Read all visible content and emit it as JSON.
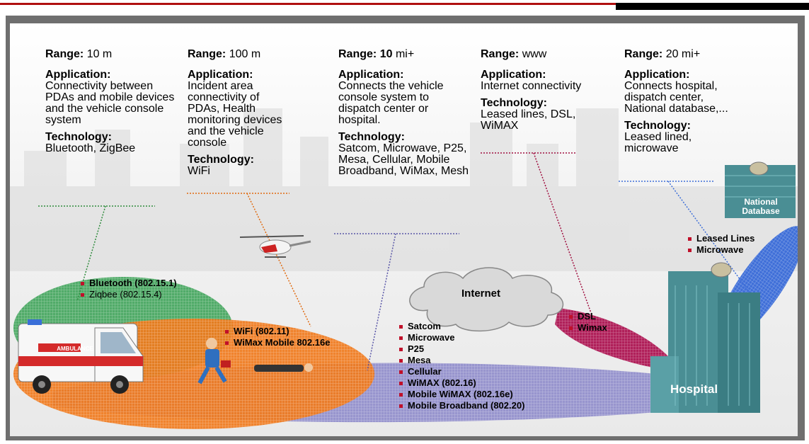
{
  "columns": [
    {
      "range_label": "Range:",
      "range_value": "10 m",
      "app_label": "Application:",
      "app_text": "Connectivity between PDAs and mobile devices and the vehicle console system",
      "tech_label": "Technology:",
      "tech_text": "Bluetooth, ZigBee"
    },
    {
      "range_label": "Range:",
      "range_value": "100 m",
      "app_label": "Application:",
      "app_text": "Incident area connectivity of PDAs, Health monitoring devices and the vehicle console",
      "tech_label": "Technology:",
      "tech_text": "WiFi"
    },
    {
      "range_label": "Range:",
      "range_value_bold": "10",
      "range_value": "mi+",
      "app_label": "Application:",
      "app_text": "Connects the vehicle console system to dispatch center or hospital.",
      "tech_label": "Technology:",
      "tech_text": "Satcom, Microwave, P25, Mesa, Cellular, Mobile Broadband, WiMax, Mesh"
    },
    {
      "range_label": "Range:",
      "range_value": "www",
      "app_label": "Application:",
      "app_text": "Internet connectivity",
      "tech_label": "Technology:",
      "tech_text": "Leased lines, DSL, WiMAX"
    },
    {
      "range_label": "Range:",
      "range_value": "20 mi+",
      "app_label": "Application:",
      "app_text": "Connects hospital, dispatch center, National database,...",
      "tech_label": "Technology:",
      "tech_text": "Leased lined, microwave"
    }
  ],
  "bullets": {
    "bluetooth": [
      "Bluetooth (802.15.1)",
      "Ziqbee (802.15.4)"
    ],
    "wifi": [
      "WiFi (802.11)",
      "WiMax Mobile 802.16e"
    ],
    "wide": [
      "Satcom",
      "Microwave",
      "P25",
      "Mesa",
      "Cellular",
      "WiMAX (802.16)",
      "Mobile WiMAX (802.16e)",
      "Mobile Broadband (802.20)"
    ],
    "dsl": [
      "DSL",
      "Wimax"
    ],
    "leased": [
      "Leased Lines",
      "Microwave"
    ]
  },
  "labels": {
    "internet": "Internet",
    "hospital": "Hospital",
    "national_database": "National Database",
    "ambulance_text": "AMBULANCE"
  },
  "colors": {
    "green_zone": "#3fa35a",
    "orange_zone": "#f07a1c",
    "purple_zone": "#8a86c9",
    "magenta_zone": "#b0205a",
    "blue_zone": "#3f6fd8",
    "bullet": "#c0102a",
    "frame": "#6f6f6f"
  }
}
